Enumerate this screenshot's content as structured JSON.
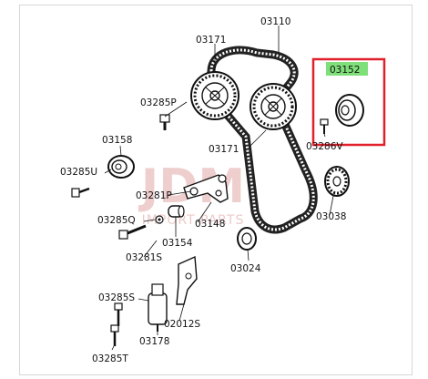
{
  "diagram": {
    "watermark": {
      "logo": "JDM",
      "tagline": "IMPORT PARTS"
    },
    "labels": {
      "p03110": "03110",
      "p03171_top": "03171",
      "p03152": "03152",
      "p03285P": "03285P",
      "p03158": "03158",
      "p03171_mid": "03171",
      "p03286V": "03286V",
      "p03285U": "03285U",
      "p03281P": "03281P",
      "p03285Q": "03285Q",
      "p03148": "03148",
      "p03038": "03038",
      "p03154": "03154",
      "p03281S": "03281S",
      "p03024": "03024",
      "p03285S": "03285S",
      "p02012S": "02012S",
      "p03178": "03178",
      "p03285T": "03285T"
    },
    "highlight": {
      "part": "03152",
      "box_color": "#e0202a",
      "label_bg": "#7fe07a"
    }
  }
}
